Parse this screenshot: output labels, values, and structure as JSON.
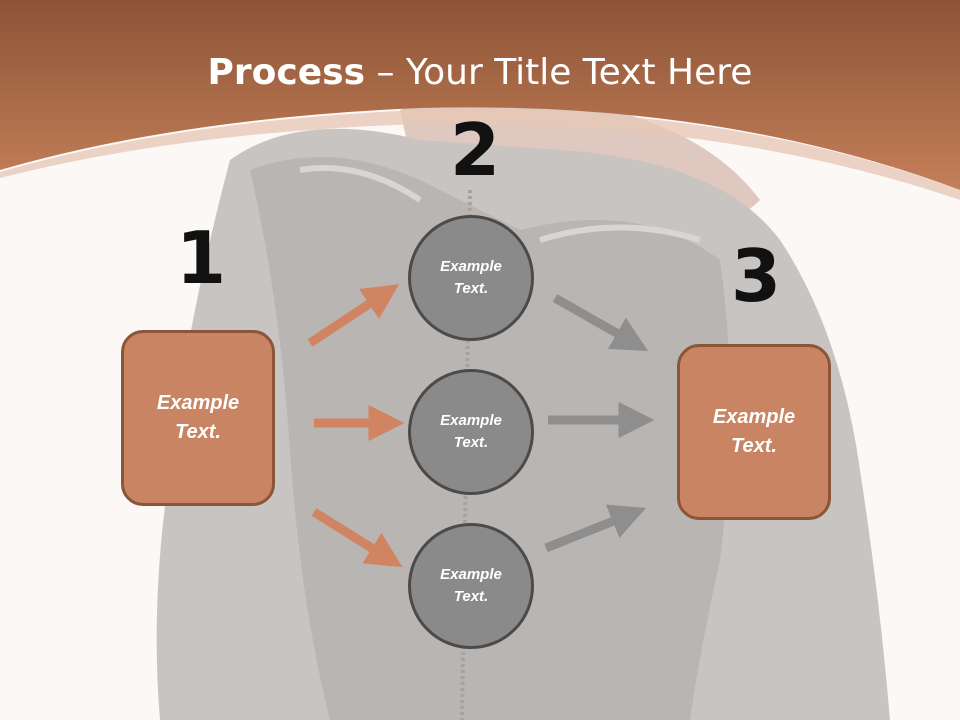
{
  "header": {
    "title_bold": "Process",
    "title_rest": " – Your Title Text Here"
  },
  "steps": [
    {
      "number": "1",
      "label": "Example Text."
    },
    {
      "number": "2",
      "labels": [
        "Example Text.",
        "Example Text.",
        "Example Text."
      ]
    },
    {
      "number": "3",
      "label": "Example Text."
    }
  ],
  "colors": {
    "header": "#b8714e",
    "box_fill": "#c98463",
    "box_border": "#8a5538",
    "circle_fill": "#8a8a8a",
    "circle_border": "#4b4b4b",
    "arrow_orange": "#d18462",
    "arrow_gray": "#8e8e8e"
  }
}
